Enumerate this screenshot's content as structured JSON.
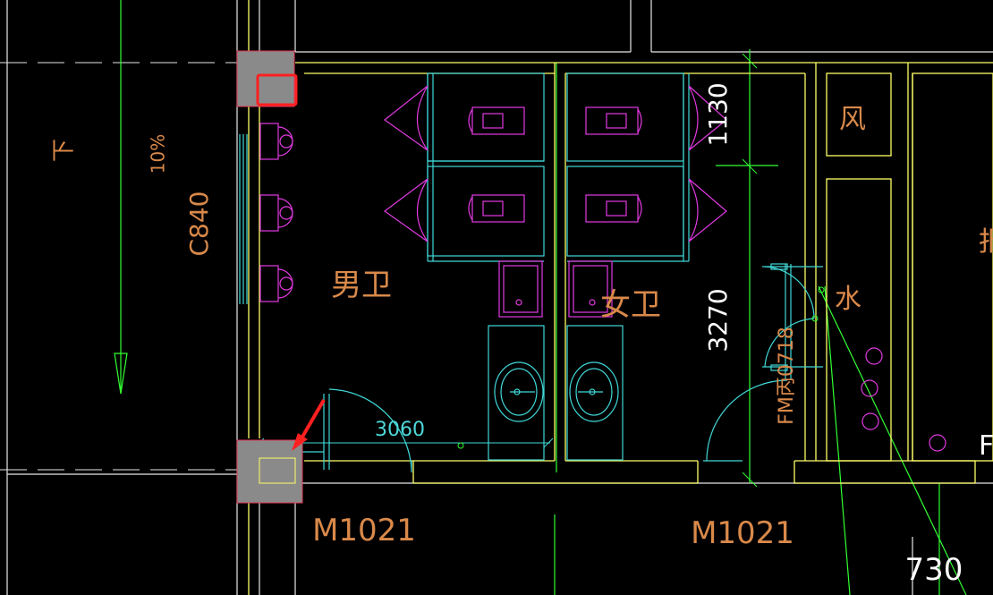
{
  "drawing": {
    "background": "#000000",
    "colors": {
      "wall": "#ffff66",
      "grid": "#ffffff",
      "axis": "#33ff33",
      "fixture": "#e23ae2",
      "partition": "#40d8d8",
      "text": "#d9894a",
      "dimension": "#40d8d8",
      "column": "#8a8a8a",
      "highlight": "#ff2020"
    },
    "labels": {
      "slope_arrow": "下",
      "slope_value": "10%",
      "window_code": "C840",
      "men_room": "男卫",
      "women_room": "女卫",
      "wind_shaft": "风",
      "water_shaft": "水",
      "partial_label": "报",
      "partial_letter": "F",
      "door_left": "M1021",
      "door_right": "M1021",
      "fire_door": "FM丙0718"
    },
    "dimensions": {
      "width": "3060",
      "stall_depth": "1130",
      "room_depth": "3270",
      "bottom_right": "730"
    }
  }
}
